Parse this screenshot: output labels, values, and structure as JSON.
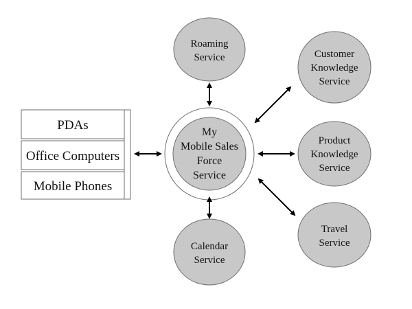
{
  "colors": {
    "node_fill": "#c8c8c8",
    "node_stroke": "#6e6e6e",
    "box_stroke": "#6e6e6e",
    "arrow": "#000000",
    "background": "#ffffff"
  },
  "devices": {
    "items": [
      {
        "label": "PDAs"
      },
      {
        "label": "Office Computers"
      },
      {
        "label": "Mobile Phones"
      }
    ]
  },
  "center": {
    "lines": [
      "My",
      "Mobile Sales",
      "Force",
      "Service"
    ]
  },
  "services": [
    {
      "id": "roaming",
      "lines": [
        "Roaming",
        "Service"
      ]
    },
    {
      "id": "customer-knowledge",
      "lines": [
        "Customer",
        "Knowledge",
        "Service"
      ]
    },
    {
      "id": "product-knowledge",
      "lines": [
        "Product",
        "Knowledge",
        "Service"
      ]
    },
    {
      "id": "travel",
      "lines": [
        "Travel",
        "Service"
      ]
    },
    {
      "id": "calendar",
      "lines": [
        "Calendar",
        "Service"
      ]
    }
  ],
  "connections": [
    {
      "from": "devices",
      "to": "center",
      "type": "bidirectional"
    },
    {
      "from": "center",
      "to": "roaming",
      "type": "bidirectional"
    },
    {
      "from": "center",
      "to": "customer-knowledge",
      "type": "bidirectional"
    },
    {
      "from": "center",
      "to": "product-knowledge",
      "type": "bidirectional"
    },
    {
      "from": "center",
      "to": "travel",
      "type": "bidirectional"
    },
    {
      "from": "center",
      "to": "calendar",
      "type": "bidirectional"
    }
  ]
}
